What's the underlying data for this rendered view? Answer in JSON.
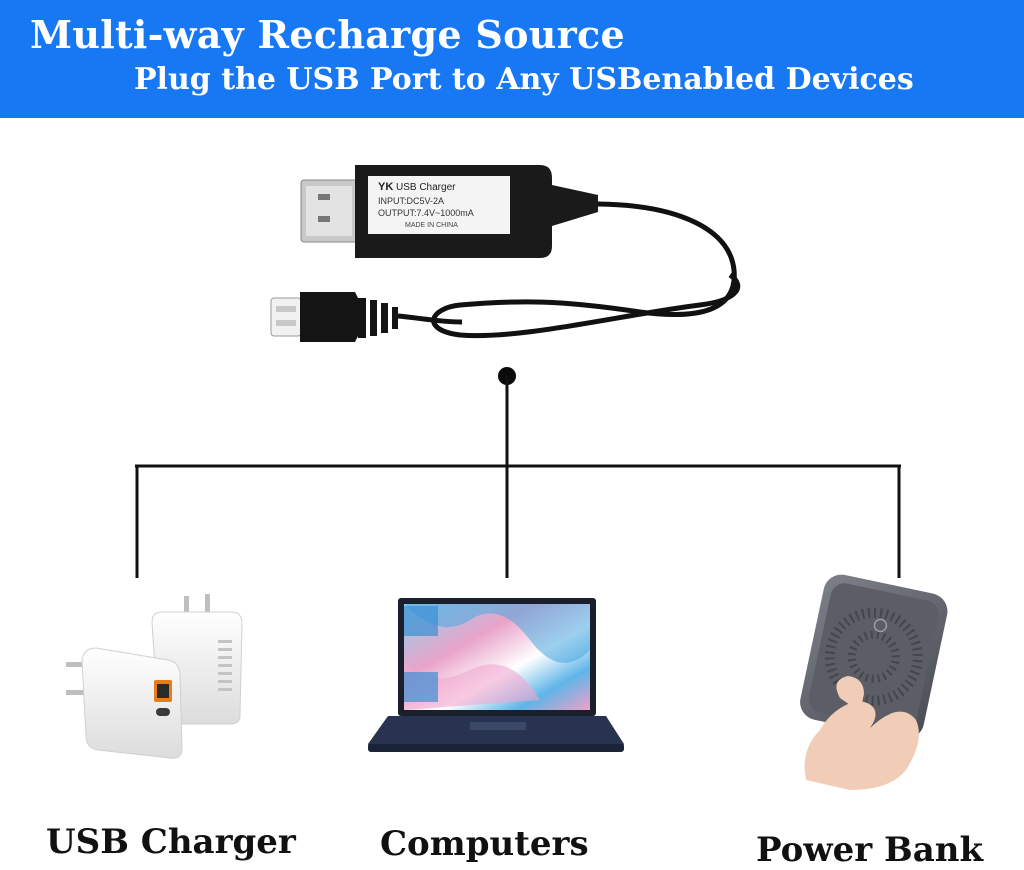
{
  "banner": {
    "title": "Multi-way Recharge Source",
    "subtitle": "Plug the USB Port to Any USBenabled Devices"
  },
  "cable_label": {
    "brand": "YK",
    "name": "USB Charger",
    "input": "INPUT:DC5V-2A",
    "output": "OUTPUT:7.4V~1000mA",
    "origin": "MADE IN CHINA"
  },
  "devices": {
    "charger": "USB Charger",
    "computers": "Computers",
    "power_bank": "Power Bank"
  },
  "colors": {
    "banner": "#1877f2",
    "banner_text": "#ffffff",
    "caption_text": "#111111"
  }
}
